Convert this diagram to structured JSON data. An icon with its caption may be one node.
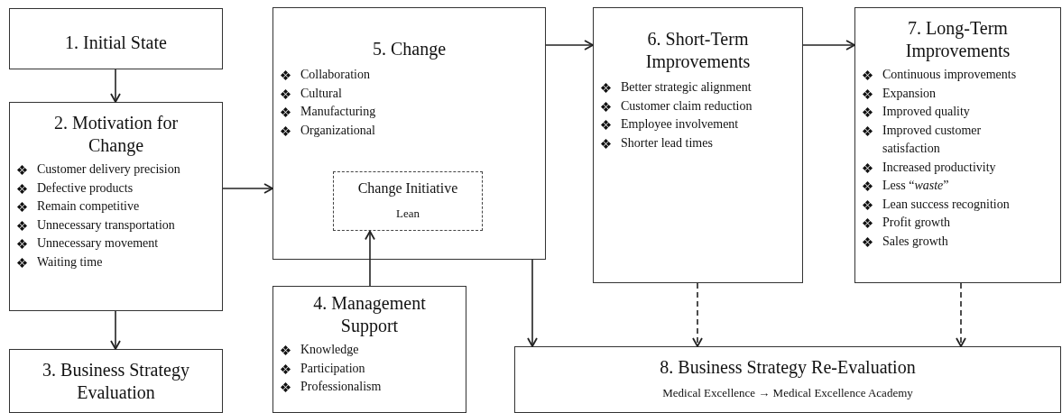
{
  "diagram": {
    "nodes": [
      {
        "text": [
          "1. Initial State"
        ]
      },
      {
        "text": [
          "2. Motivation for Change",
          "Customer delivery precision",
          "Defective products",
          "Remain competitive",
          "Unnecessary transportation",
          "Unnecessary movement",
          "Waiting time"
        ]
      },
      {
        "text": [
          "3. Business Strategy Evaluation"
        ]
      },
      {
        "text": [
          "5. Change",
          "Collaboration",
          "Cultural",
          "Manufacturing",
          "Organizational"
        ]
      },
      {
        "text": [
          "Change Initiative",
          "Lean"
        ],
        "in": 3
      },
      {
        "text": [
          "4. Management Support",
          "Knowledge",
          "Participation",
          "Professionalism"
        ]
      },
      {
        "text": [
          "6. Short-Term Improvements",
          "Better strategic alignment",
          "Customer claim reduction",
          "Employee involvement",
          "Shorter lead times"
        ]
      },
      {
        "text": [
          "7. Long-Term Improvements",
          "Continuous improvements",
          "Expansion",
          "Improved quality",
          "Improved customer satisfaction",
          "Increased productivity",
          "Less “*waste*”",
          "Lean success recognition",
          "Profit growth",
          "Sales growth"
        ]
      },
      {
        "text": [
          "8. Business Strategy Re-Evaluation",
          "Medical Excellence → Medical Excellence Academy"
        ]
      }
    ],
    "edges": [
      {
        "from": 0,
        "to": 1,
        "arrow": "to"
      },
      {
        "from": 1,
        "to": 2,
        "arrow": "to"
      },
      {
        "from": 1,
        "to": 3,
        "arrow": "to"
      },
      {
        "from": 5,
        "to": 4,
        "arrow": "to"
      },
      {
        "from": 3,
        "to": 6,
        "arrow": "to"
      },
      {
        "from": 6,
        "to": 7,
        "arrow": "to"
      },
      {
        "from": 3,
        "to": 8,
        "arrow": "to"
      },
      {
        "from": 6,
        "to": 8,
        "arrow": "to",
        "style": "dashed"
      },
      {
        "from": 7,
        "to": 8,
        "arrow": "to",
        "style": "dashed"
      }
    ]
  }
}
